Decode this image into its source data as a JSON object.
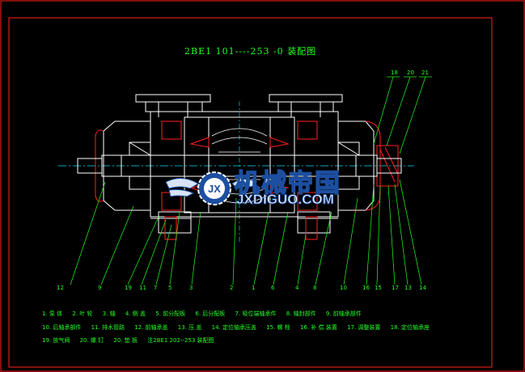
{
  "drawing": {
    "title": "2BE1 101----253 -0",
    "title_suffix": "装配图"
  },
  "callouts_top": [
    "18",
    "20",
    "21"
  ],
  "callouts_bottom": [
    "12",
    "9",
    "19",
    "11",
    "7",
    "5",
    "3",
    "2",
    "1",
    "6",
    "4",
    "8",
    "10",
    "16",
    "15",
    "17",
    "13",
    "14"
  ],
  "legend": {
    "row1": [
      "1. 泵 体",
      "2. 叶 轮",
      "3. 轴",
      "4. 侧 盖",
      "5. 前分配板",
      "6. 后分配板",
      "7. 吸位端轴承件",
      "8. 轴封部件",
      "9. 前轴承部件"
    ],
    "row2": [
      "10. 后轴承部件",
      "11. 排水管路",
      "12. 前轴承盖",
      "13. 压 盖",
      "14. 定位轴承压盖",
      "15. 螺 栓",
      "16. 补 偿 装置",
      "17. 调整装置",
      "18. 定位轴承座"
    ],
    "row3": [
      "19. 放气阀",
      "20. 螺 钉",
      "20. 垫 板",
      "注2BE1 202--253 装配图"
    ]
  },
  "watermark": {
    "cn": "机械帝国",
    "en": "JXDIGUO.COM",
    "logo_letters": "JX"
  },
  "colors": {
    "frame": "#ff2020",
    "line": "#ffffff",
    "section": "#ff2020",
    "leader": "#22ff22",
    "center": "#00e5ff",
    "watermark_blue": "#1c4fa0"
  }
}
